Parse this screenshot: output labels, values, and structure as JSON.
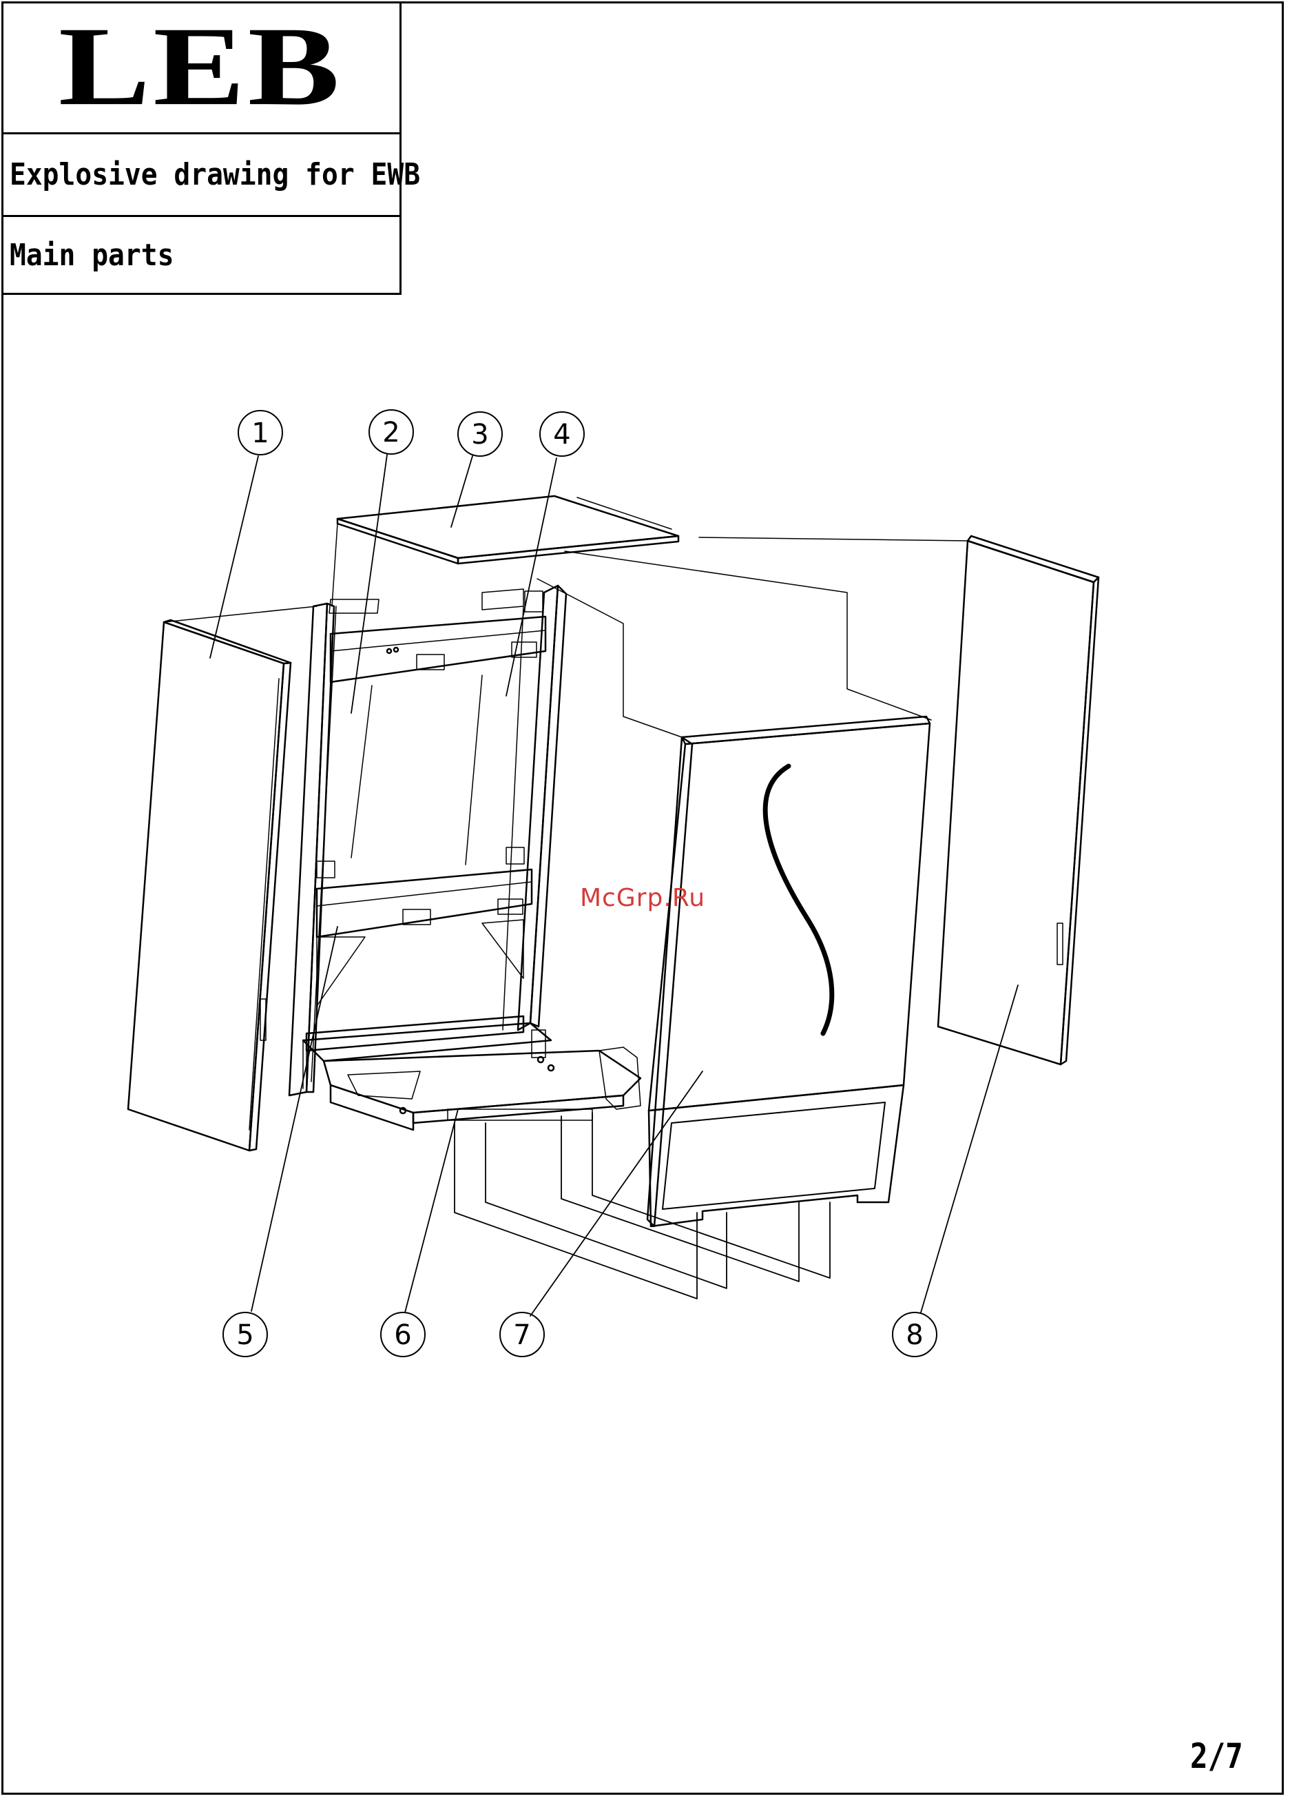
{
  "title_block": {
    "logo_text": "LEB",
    "drawing_title": "Explosive drawing for EWB",
    "subtitle": "Main parts"
  },
  "callouts": [
    {
      "label": "1"
    },
    {
      "label": "2"
    },
    {
      "label": "3"
    },
    {
      "label": "4"
    },
    {
      "label": "5"
    },
    {
      "label": "6"
    },
    {
      "label": "7"
    },
    {
      "label": "8"
    }
  ],
  "watermark": "McGrp.Ru",
  "page_number": "2/7",
  "colors": {
    "line": "#000000",
    "watermark": "#d63b3b",
    "background": "#ffffff"
  }
}
